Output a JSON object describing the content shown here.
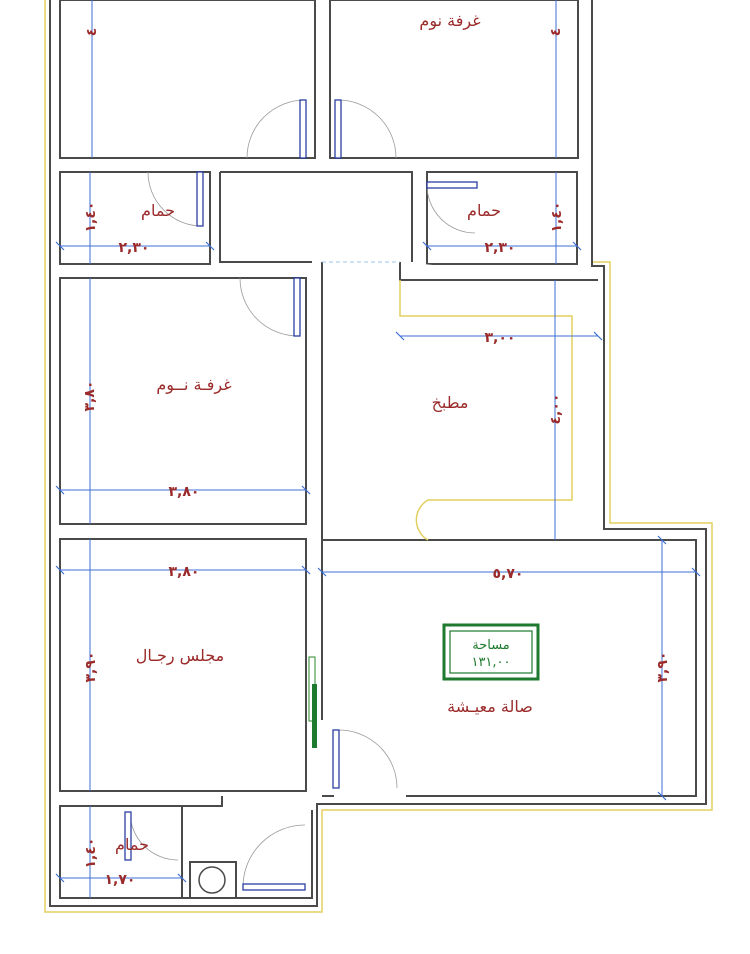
{
  "rooms": {
    "top_bedroom": "غرفة نوم",
    "bath_left": "حمام",
    "bath_right": "حمام",
    "bedroom": "غرفـة نــوم",
    "kitchen": "مطبخ",
    "majlis": "مجلس رجـال",
    "living": "صالة معيـشة",
    "bath_bottom": "حمام"
  },
  "area": {
    "label": "مساحة",
    "value": "١٣١,٠٠"
  },
  "dimensions": {
    "top_left_v": "٤",
    "top_right_v": "٤",
    "bath_left_v": "١,٤٠",
    "bath_left_h": "٢,٣٠",
    "bath_right_v": "١,٤٠",
    "bath_right_h": "٢,٣٠",
    "kitchen_h": "٣,٠٠",
    "kitchen_v": "٤,٠٠",
    "bedroom_v": "٣,٨٠",
    "bedroom_h": "٣,٨٠",
    "majlis_h": "٣,٨٠",
    "living_h": "٥,٧٠",
    "majlis_v": "٣,٩٠",
    "living_v": "٣,٩٠",
    "bath_bottom_v": "١,٤٠",
    "bath_bottom_h": "١,٧٠"
  },
  "colors": {
    "dimension_text": "#9b2a2a",
    "dimension_line": "#3d6fd6",
    "area_box": "#1e7a2e",
    "outline": "#e2cf60"
  }
}
